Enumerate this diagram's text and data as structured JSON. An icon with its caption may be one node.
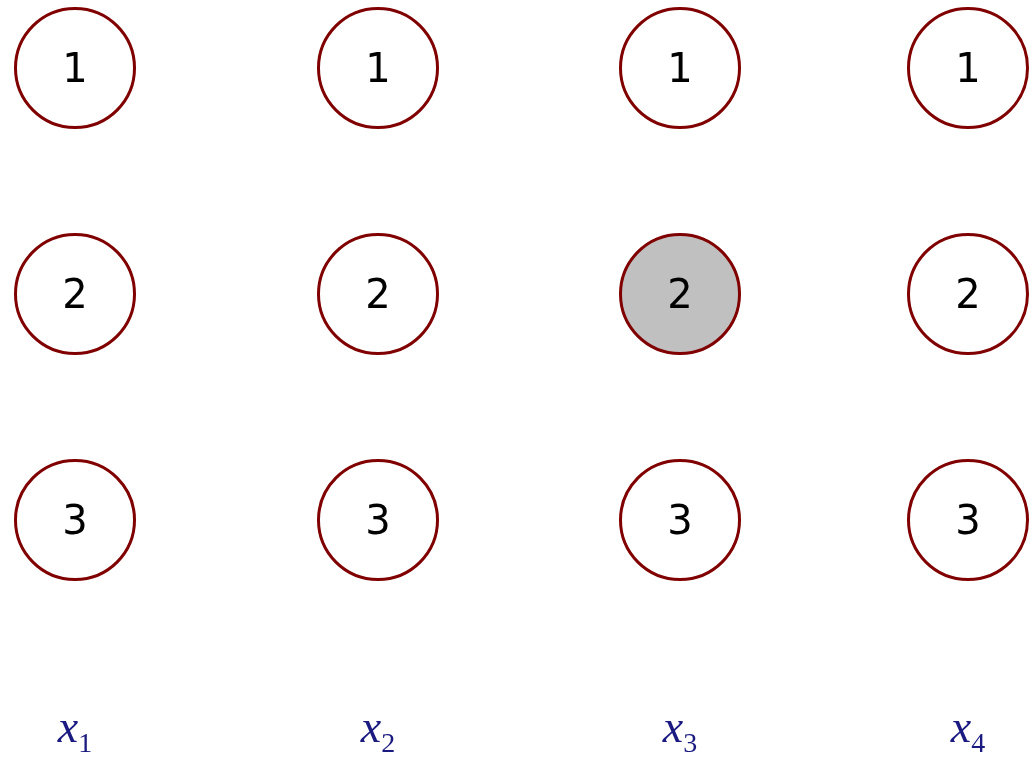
{
  "diagram": {
    "nodes": [
      {
        "text": [
          "1"
        ]
      },
      {
        "text": [
          "2"
        ]
      },
      {
        "text": [
          "3"
        ]
      },
      {
        "text": [
          "1"
        ]
      },
      {
        "text": [
          "2"
        ]
      },
      {
        "text": [
          "3"
        ]
      },
      {
        "text": [
          "1"
        ]
      },
      {
        "text": [
          "2"
        ]
      },
      {
        "text": [
          "3"
        ]
      },
      {
        "text": [
          "1"
        ]
      },
      {
        "text": [
          "2"
        ]
      },
      {
        "text": [
          "3"
        ]
      }
    ],
    "edges": [],
    "labels": [
      "*x*$_{1}$",
      "*x*$_{2}$",
      "*x*$_{3}$",
      "*x*$_{4}$"
    ]
  }
}
